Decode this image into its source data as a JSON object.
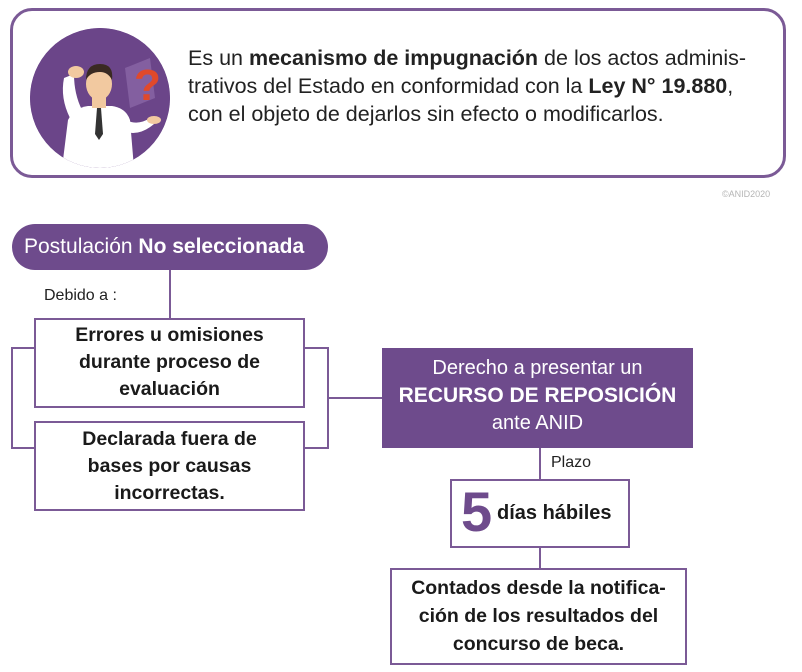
{
  "definition": {
    "parts": [
      {
        "text": "Es un ",
        "bold": false
      },
      {
        "text": "mecanismo de impugnación",
        "bold": true
      },
      {
        "text": " de los actos adminis-",
        "bold": false
      },
      {
        "br": true
      },
      {
        "text": "trativos del Estado en conformidad con la ",
        "bold": false
      },
      {
        "text": "Ley N° 19.880",
        "bold": true
      },
      {
        "text": ",",
        "bold": false
      },
      {
        "br": true
      },
      {
        "text": "con el objeto de dejarlos sin efecto o modificarlos.",
        "bold": false
      }
    ],
    "illustration": "confused-person-question-mark"
  },
  "copyright": "©ANID2020",
  "status": {
    "prefix": "Postulación ",
    "value": "No seleccionada"
  },
  "debido_label": "Debido a :",
  "reasons": [
    [
      "Errores u omisiones",
      "durante proceso de",
      "evaluación"
    ],
    [
      "Declarada fuera de",
      "bases por causas",
      "incorrectas."
    ]
  ],
  "derecho": {
    "line1": "Derecho a presentar un",
    "line2": "RECURSO DE REPOSICIÓN",
    "line3": "ante ANID"
  },
  "plazo_label": "Plazo",
  "deadline": {
    "number": "5",
    "label": "días hábiles"
  },
  "contados": [
    "Contados desde la notifica-",
    "ción de los resultados del",
    "concurso de beca."
  ],
  "colors": {
    "purple": "#6e4b8c",
    "border": "#7b5a96"
  }
}
